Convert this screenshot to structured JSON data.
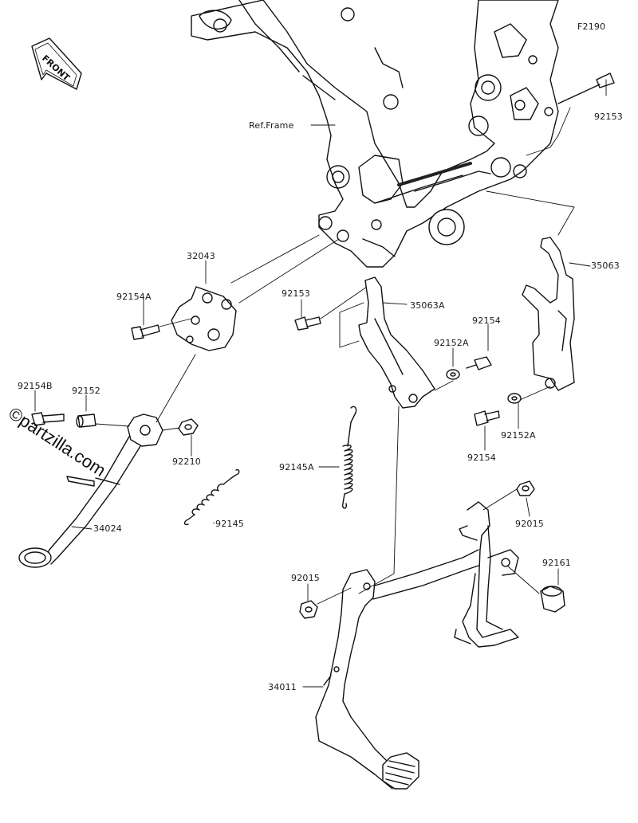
{
  "diagram": {
    "code": "F2190",
    "direction_label": "FRONT",
    "ref_label": "Ref.Frame",
    "watermark": "partzilla.com",
    "watermark_symbol": "©",
    "parts": [
      {
        "id": "92153_top",
        "label": "92153"
      },
      {
        "id": "35063",
        "label": "35063"
      },
      {
        "id": "32043",
        "label": "32043"
      },
      {
        "id": "92154A",
        "label": "92154A"
      },
      {
        "id": "92153_mid",
        "label": "92153"
      },
      {
        "id": "35063A",
        "label": "35063A"
      },
      {
        "id": "92154_top",
        "label": "92154"
      },
      {
        "id": "92152A_top",
        "label": "92152A"
      },
      {
        "id": "92154B",
        "label": "92154B"
      },
      {
        "id": "92152",
        "label": "92152"
      },
      {
        "id": "92210",
        "label": "92210"
      },
      {
        "id": "92145A",
        "label": "92145A"
      },
      {
        "id": "92152A_bot",
        "label": "92152A"
      },
      {
        "id": "92154_bot",
        "label": "92154"
      },
      {
        "id": "92145",
        "label": "92145"
      },
      {
        "id": "34024",
        "label": "34024"
      },
      {
        "id": "92015_right",
        "label": "92015"
      },
      {
        "id": "92161",
        "label": "92161"
      },
      {
        "id": "92015_left",
        "label": "92015"
      },
      {
        "id": "34011",
        "label": "34011"
      }
    ]
  }
}
